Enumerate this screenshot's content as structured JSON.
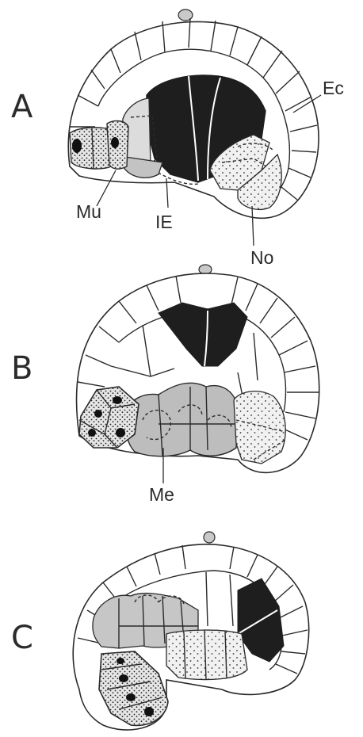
{
  "colors": {
    "background": "#ffffff",
    "outline": "#2a2a2a",
    "dark_cells": "#1e1e1e",
    "gray_cells": "#bdbdbd",
    "light_gray_cells": "#dcdcdc",
    "stipple_fill": "#f1f1f1"
  },
  "panels": [
    {
      "letter": "A",
      "labels": {
        "ec": "Ec",
        "mu": "Mu",
        "ie": "IE",
        "no": "No"
      }
    },
    {
      "letter": "B",
      "labels": {
        "me": "Me"
      }
    },
    {
      "letter": "C",
      "labels": {}
    }
  ]
}
